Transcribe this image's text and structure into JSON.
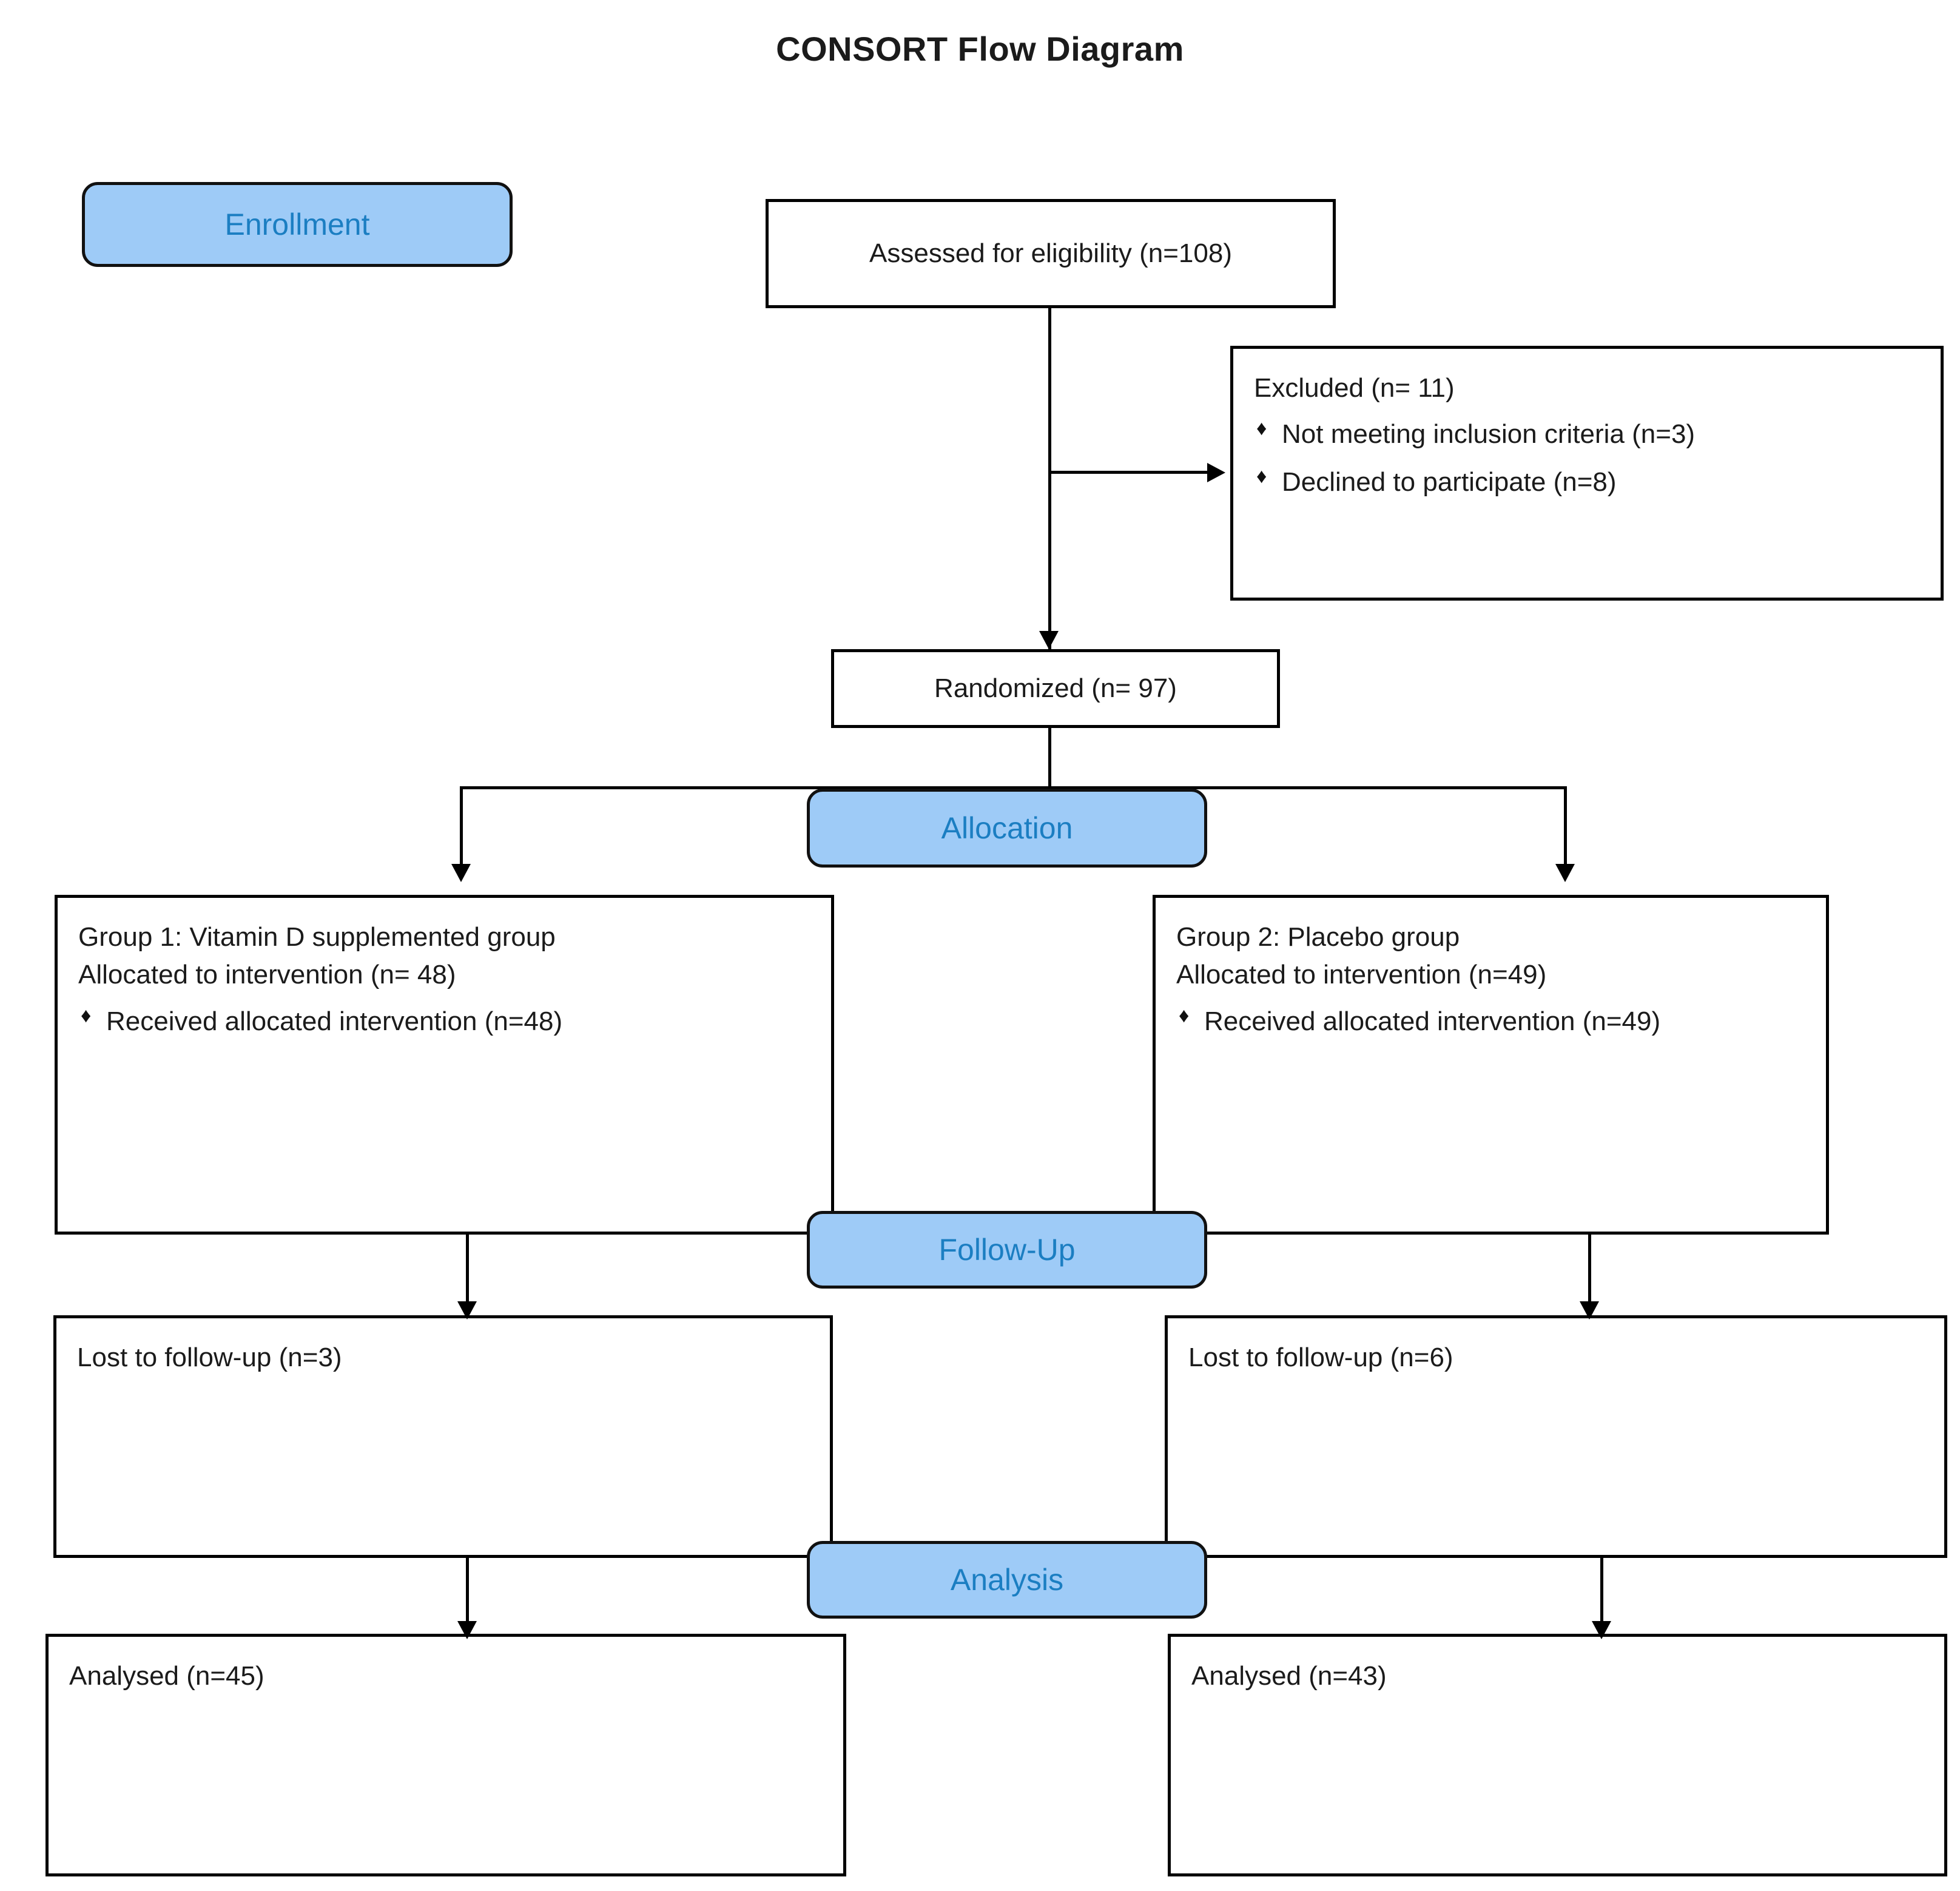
{
  "diagram": {
    "title": "CONSORT Flow Diagram",
    "accent_fill": "#9ECBF7",
    "accent_text": "#1B7EC2",
    "line_color": "#000000",
    "bullet_glyph": "♦"
  },
  "stages": {
    "enrollment": "Enrollment",
    "allocation": "Allocation",
    "followup": "Follow-Up",
    "analysis": "Analysis"
  },
  "nodes": {
    "assessed": {
      "text": "Assessed for eligibility (n=108)"
    },
    "excluded": {
      "heading": "Excluded (n= 11)",
      "items": [
        "Not meeting inclusion criteria (n=3)",
        "Declined to participate (n=8)"
      ]
    },
    "randomized": {
      "text": "Randomized (n= 97)"
    },
    "group1_alloc": {
      "line1": "Group 1: Vitamin D supplemented group",
      "line2": "Allocated to intervention (n= 48)",
      "items": [
        "Received allocated intervention (n=48)"
      ]
    },
    "group2_alloc": {
      "line1": "Group 2: Placebo group",
      "line2": "Allocated to intervention (n=49)",
      "items": [
        "Received allocated intervention (n=49)"
      ]
    },
    "group1_followup": {
      "text": "Lost to follow-up (n=3)"
    },
    "group2_followup": {
      "text": "Lost to follow-up (n=6)"
    },
    "group1_analysis": {
      "text": "Analysed (n=45)"
    },
    "group2_analysis": {
      "text": "Analysed (n=43)"
    }
  }
}
